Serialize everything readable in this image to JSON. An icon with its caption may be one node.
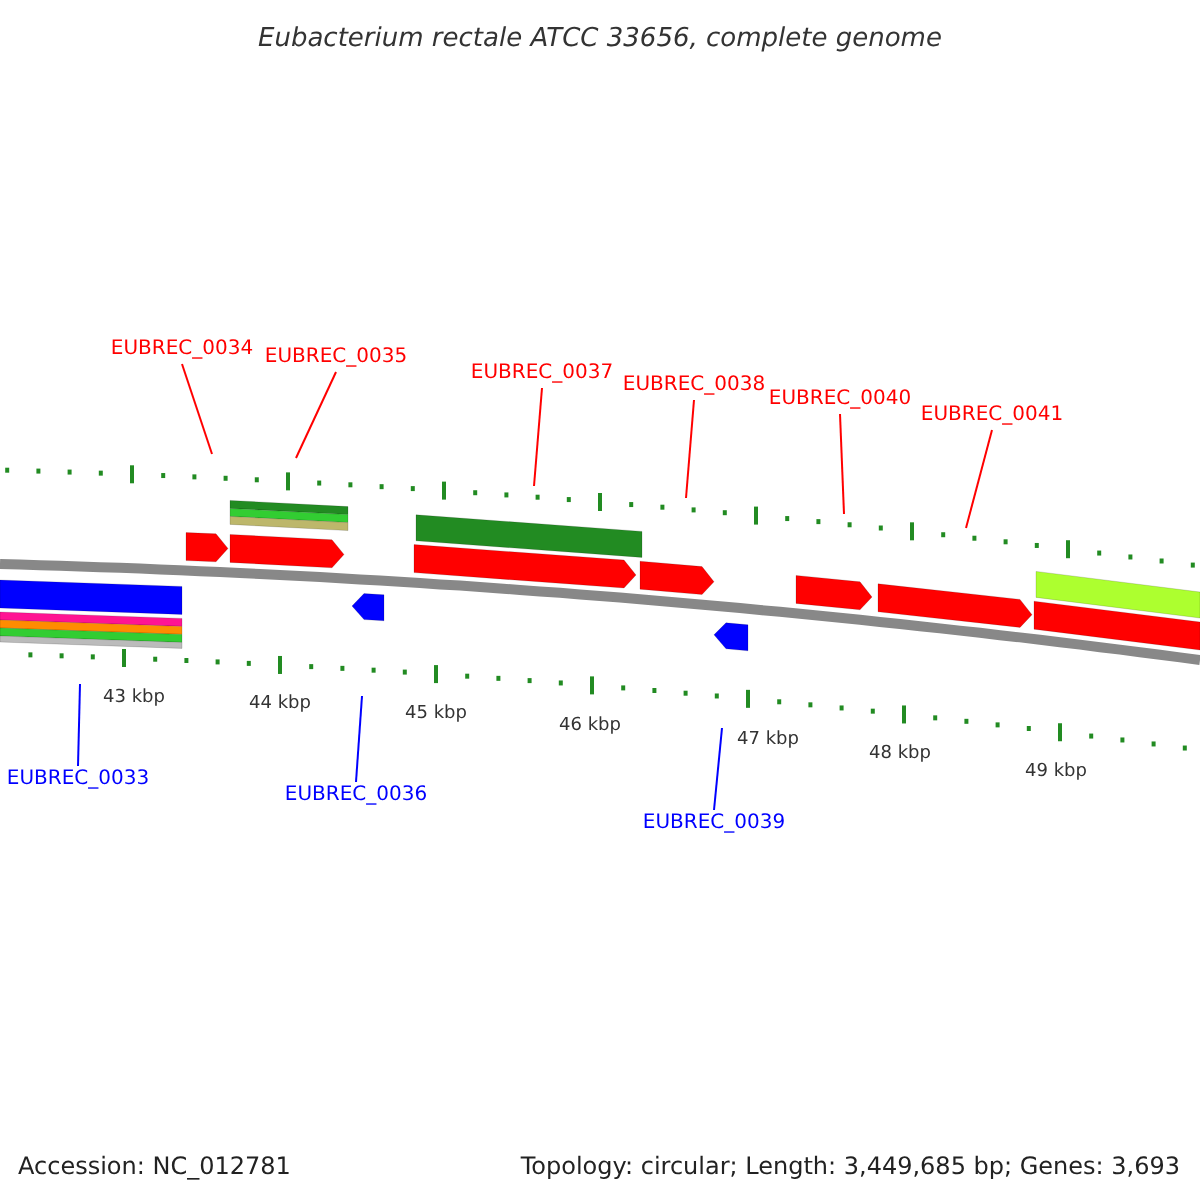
{
  "diagram": {
    "title": "Eubacterium rectale ATCC 33656, complete genome",
    "nodes": [
      {
        "text": [
          "EUBREC_0034"
        ]
      },
      {
        "text": [
          "EUBREC_0035"
        ]
      },
      {
        "text": [
          "EUBREC_0037"
        ]
      },
      {
        "text": [
          "EUBREC_0038"
        ]
      },
      {
        "text": [
          "EUBREC_0040"
        ]
      },
      {
        "text": [
          "EUBREC_0041"
        ]
      },
      {
        "text": [
          "EUBREC_0033"
        ]
      },
      {
        "text": [
          "EUBREC_0036"
        ]
      },
      {
        "text": [
          "EUBREC_0039"
        ]
      }
    ],
    "edges": [
      {
        "from": 0,
        "to": null,
        "arrow": "none"
      },
      {
        "from": 1,
        "to": null,
        "arrow": "none"
      },
      {
        "from": 2,
        "to": null,
        "arrow": "none"
      },
      {
        "from": 3,
        "to": null,
        "arrow": "none"
      },
      {
        "from": 4,
        "to": null,
        "arrow": "none"
      },
      {
        "from": 5,
        "to": null,
        "arrow": "none"
      },
      {
        "from": 6,
        "to": null,
        "arrow": "none",
        "color": "#0000ff"
      },
      {
        "from": 7,
        "to": null,
        "arrow": "none",
        "color": "#0000ff"
      },
      {
        "from": 8,
        "to": null,
        "arrow": "none",
        "color": "#0000ff"
      }
    ],
    "labels": [
      "43 kbp",
      "44 kbp",
      "45 kbp",
      "46 kbp",
      "47 kbp",
      "48 kbp",
      "49 kbp",
      "Accession: NC_012781",
      "Topology: circular; Length: 3,449,685 bp; Genes: 3,693"
    ]
  }
}
